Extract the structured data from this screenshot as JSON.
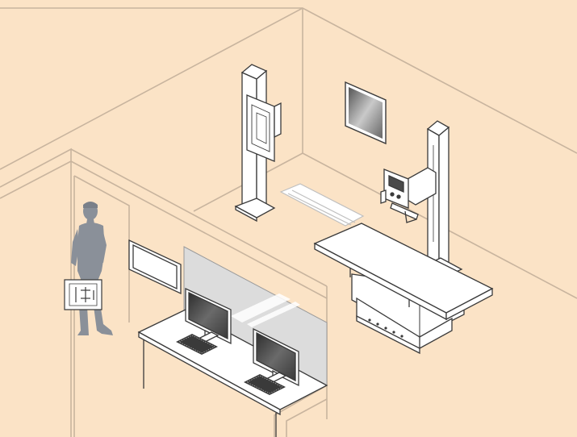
{
  "scene": {
    "description_type": "isometric-room-illustration",
    "elements": [
      {
        "name": "wall-stand-bucky",
        "label": ""
      },
      {
        "name": "wall-display-monitor",
        "label": ""
      },
      {
        "name": "tube-column-stand",
        "label": ""
      },
      {
        "name": "xray-tube-head",
        "label": ""
      },
      {
        "name": "xray-patient-table",
        "label": ""
      },
      {
        "name": "floor-rail-track",
        "label": ""
      },
      {
        "name": "control-room-window",
        "label": ""
      },
      {
        "name": "workstation-monitor-left",
        "label": ""
      },
      {
        "name": "workstation-monitor-right",
        "label": ""
      },
      {
        "name": "workstation-keyboard-left",
        "label": ""
      },
      {
        "name": "workstation-keyboard-right",
        "label": ""
      },
      {
        "name": "operator-technician",
        "label": ""
      },
      {
        "name": "detector-panel-carried",
        "label": ""
      },
      {
        "name": "wall-lightbox-panel",
        "label": ""
      }
    ]
  },
  "colors": {
    "background": "#fbe3c6",
    "wall_line": "#c8b49e",
    "equipment_fill": "#ffffff",
    "equipment_stroke": "#3a3a3a",
    "person": "#8a9099",
    "screen_dark": "#4a4a4a",
    "glass": "#dcdcdc"
  }
}
